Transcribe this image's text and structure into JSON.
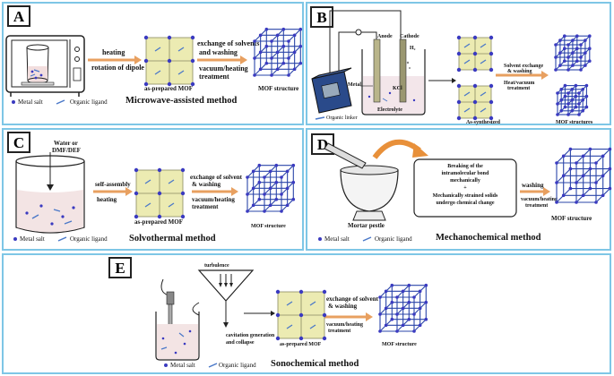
{
  "panels": {
    "A": {
      "tag": "A",
      "heating": "heating",
      "rotation": "rotation of dipole",
      "as_prepared": "as-prepared MOF",
      "exchange_1": "exchange of solvents",
      "exchange_2": "and washing",
      "vacuum_1": "vacuum/heating",
      "vacuum_2": "treatment",
      "mof_structure": "MOF structure",
      "legend_metal": "Metal salt",
      "legend_ligand": "Organic ligand",
      "method": "Microwave-assisted  method"
    },
    "B": {
      "tag": "B",
      "anode": "Anode",
      "cathode": "Cathode",
      "h2": "H₂",
      "metal": "Metal",
      "kcl": "KCl",
      "electrolyte": "Electrolyte",
      "organic_linker": "Organic linker",
      "as_synthesized": "As-synthesized",
      "solvent_exchange_1": "Solvent exchange",
      "solvent_exchange_2": "& washing",
      "heat_vacuum_1": "Heat/vacuum",
      "heat_vacuum_2": "treatment",
      "mof_structures": "MOF structures"
    },
    "C": {
      "tag": "C",
      "water_1": "Water or",
      "water_2": "DMF/DEF",
      "self_assembly": "self-assembly",
      "heating": "heating",
      "as_prepared": "as-prepared MOF",
      "exchange_1": "exchange of solvent",
      "exchange_2": "& washing",
      "vacuum_1": "vacuum/heating",
      "vacuum_2": "treatment",
      "mof_structure": "MOF structure",
      "legend_metal": "Metal salt",
      "legend_ligand": "Organic ligand",
      "method": "Solvothermal  method"
    },
    "D": {
      "tag": "D",
      "breaking_1": "Breaking of the",
      "breaking_2": "intramolecular bond",
      "breaking_3": "mechanically",
      "plus": "+",
      "strained_1": "Mechanically strained solids",
      "strained_2": "undergo chemical change",
      "washing": "washing",
      "vacuum_1": "vacuum/heating",
      "vacuum_2": "treatment",
      "mortar": "Mortar pestle",
      "mof_structure": "MOF structure",
      "legend_metal": "Metal salt",
      "legend_ligand": "Organic ligand",
      "method": "Mechanochemical method"
    },
    "E": {
      "tag": "E",
      "turbulence": "turbulence",
      "cavitation_1": "cavitation generation",
      "cavitation_2": "and collapse",
      "as_prepared": "as-prepared MOF",
      "exchange_1": "exchange of solvent",
      "exchange_2": "& washing",
      "vacuum_1": "vacuum/heating",
      "vacuum_2": "treatment",
      "mof_structure": "MOF structure",
      "legend_metal": "Metal salt",
      "legend_ligand": "Organic ligand",
      "method": "Sonochemical method"
    }
  },
  "colors": {
    "panel_border": "#7ec6e6",
    "arrow": "#e8a060",
    "grid_fill": "#ecebb2",
    "mof_line": "#2a45a8",
    "metal_node": "#3a3ac0",
    "ligand": "#4a78c8"
  }
}
